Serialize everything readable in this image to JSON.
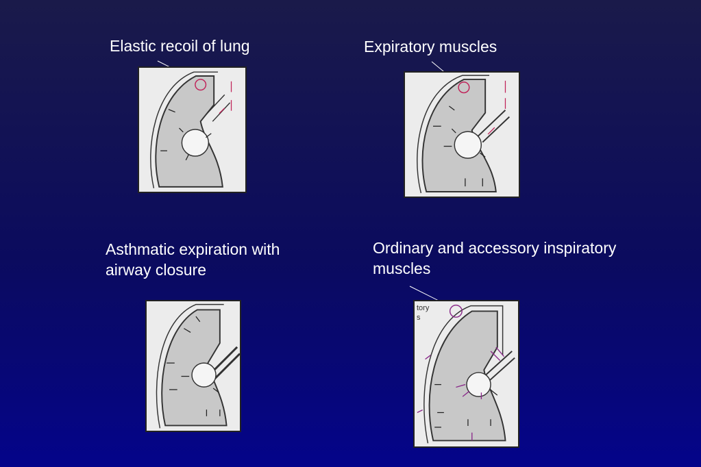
{
  "slide": {
    "background_top": "#1a1a4a",
    "background_bottom": "#04048a",
    "text_color": "#ffffff"
  },
  "panels": [
    {
      "id": "elastic",
      "caption": "Elastic recoil of lung"
    },
    {
      "id": "expiratory",
      "caption": "Expiratory muscles"
    },
    {
      "id": "asthmatic",
      "caption": "Asthmatic expiration with airway closure"
    },
    {
      "id": "inspiratory",
      "caption": "Ordinary and accessory inspiratory muscles",
      "fragment_text": [
        "tory",
        "s"
      ]
    }
  ],
  "colors": {
    "arrow_dark": "#222222",
    "arrow_accent": "#c0245a",
    "inspiratory_accent": "#8a2a8a",
    "lung_fill": "#c8c8c8"
  }
}
